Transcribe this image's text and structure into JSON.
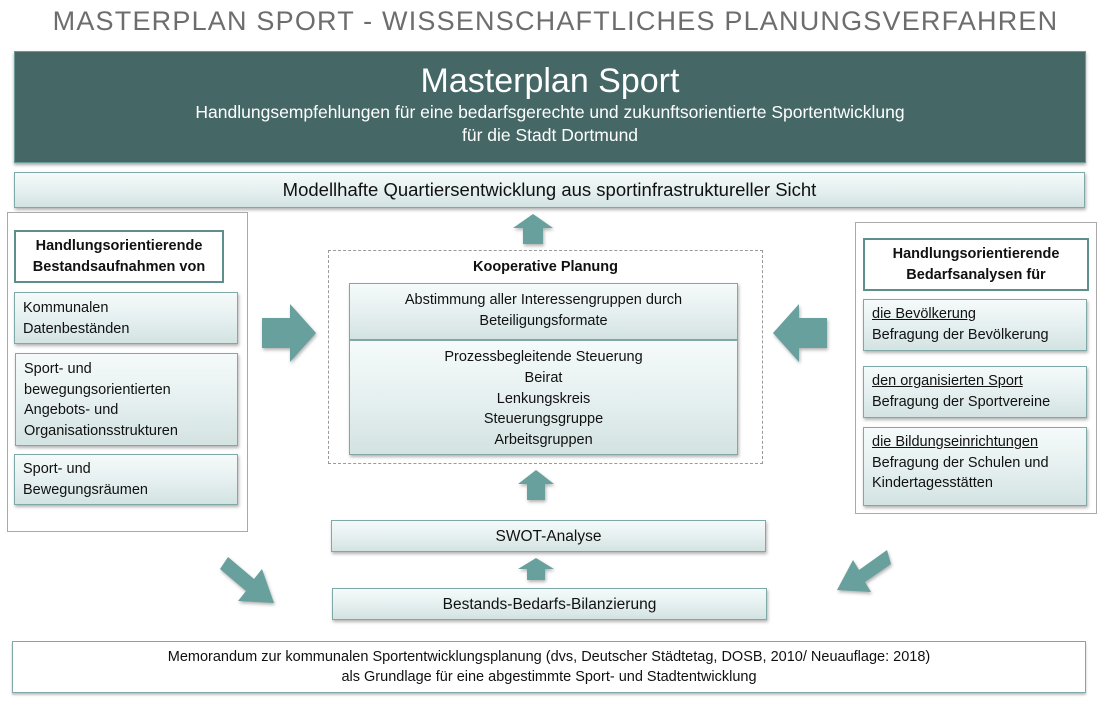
{
  "page_title": "MASTERPLAN SPORT - WISSENSCHAFTLICHES PLANUNGSVERFAHREN",
  "hero": {
    "title": "Masterplan Sport",
    "subtitle_line1": "Handlungsempfehlungen für eine bedarfsgerechte und zukunftsorientierte Sportentwicklung",
    "subtitle_line2": "für die Stadt Dortmund"
  },
  "quartier": "Modellhafte Quartiersentwicklung aus sportinfrastruktureller Sicht",
  "left": {
    "heading_line1": "Handlungsorientierende",
    "heading_line2": "Bestandsaufnahmen von",
    "items": [
      {
        "lines": [
          "Kommunalen",
          "Datenbeständen"
        ]
      },
      {
        "lines": [
          "Sport- und",
          "bewegungsorientierten",
          "Angebots- und",
          "Organisationsstrukturen"
        ]
      },
      {
        "lines": [
          "Sport- und",
          "Bewegungsräumen"
        ]
      }
    ]
  },
  "right": {
    "heading_line1": "Handlungsorientierende",
    "heading_line2": "Bedarfsanalysen für",
    "items": [
      {
        "target": "die Bevölkerung",
        "lines": [
          "Befragung der Bevölkerung"
        ]
      },
      {
        "target": "den organisierten Sport",
        "lines": [
          "Befragung der Sportvereine"
        ]
      },
      {
        "target": "die Bildungseinrichtungen",
        "lines": [
          "Befragung der Schulen und",
          "Kindertagesstätten"
        ]
      }
    ]
  },
  "kooperative": {
    "title": "Kooperative Planung",
    "abstimmung_line1": "Abstimmung aller Interessengruppen durch",
    "abstimmung_line2": "Beteiligungsformate",
    "steuerung": [
      "Prozessbegleitende Steuerung",
      "Beirat",
      "Lenkungskreis",
      "Steuerungsgruppe",
      "Arbeitsgruppen"
    ]
  },
  "swot": "SWOT-Analyse",
  "bilanz": "Bestands-Bedarfs-Bilanzierung",
  "memo": {
    "line1": "Memorandum zur kommunalen Sportentwicklungsplanung (dvs, Deutscher Städtetag, DOSB, 2010/ Neuauflage: 2018)",
    "line2": "als Grundlage für eine abgestimmte Sport- und Stadtentwicklung"
  },
  "colors": {
    "hero_bg": "#456867",
    "arrow": "#67a09c",
    "box_border": "#7fa8a6",
    "title_gray": "#6d6d6d"
  }
}
